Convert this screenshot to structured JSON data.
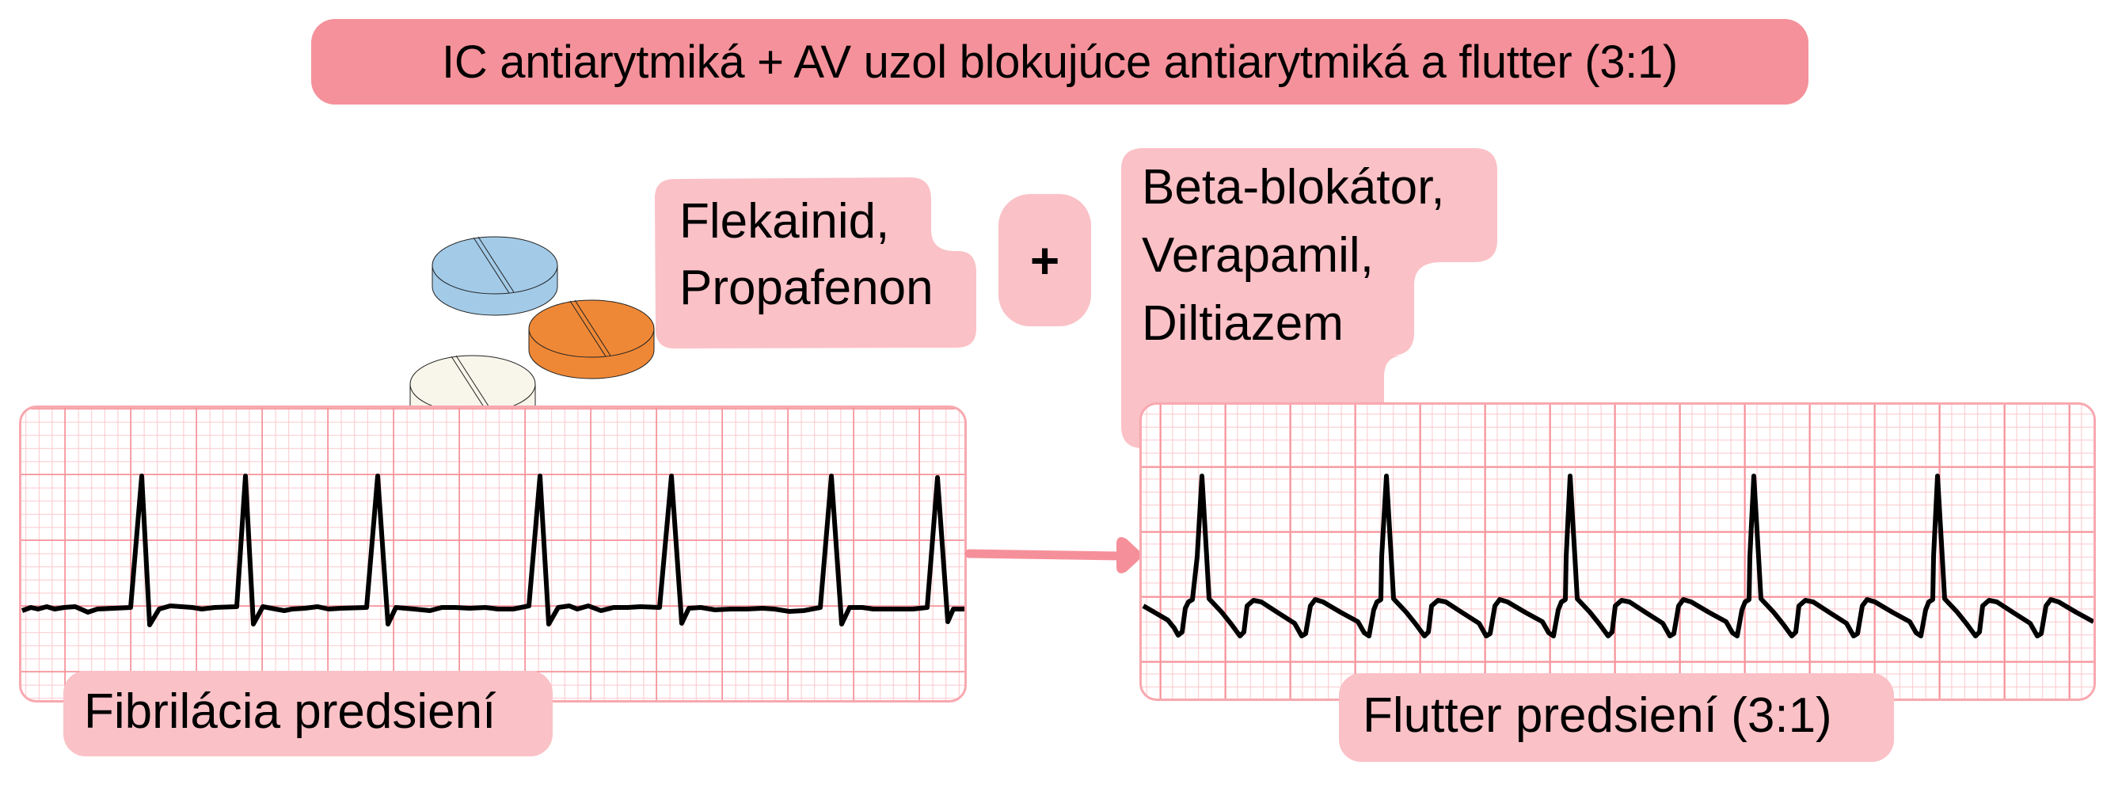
{
  "title": "IC antiarytmiká + AV uzol blokujúce antiarytmiká a flutter (3:1)",
  "drug_group_ic": {
    "lines": [
      "Flekainid,",
      "Propafenon"
    ]
  },
  "plus_sign": "+",
  "drug_group_av": {
    "lines": [
      "Beta-blokátor,",
      "Verapamil,",
      "Diltiazem"
    ]
  },
  "pills": [
    {
      "name": "blue-pill",
      "color": "#a3cbe8"
    },
    {
      "name": "orange-pill",
      "color": "#ef8836"
    },
    {
      "name": "white-pill",
      "color": "#f8f6ea"
    }
  ],
  "ecg_left": {
    "label": "Fibrilácia predsiení",
    "rhythm": "irregular narrow QRS, fibrillatory baseline",
    "qrs_x": [
      176,
      307,
      474,
      678,
      844,
      1047,
      1181
    ]
  },
  "ecg_right": {
    "label": "Flutter predsiení (3:1)",
    "rhythm": "regular flutter waves with 3:1 conduction",
    "qrs_x": [
      1515,
      1748,
      1980,
      2212,
      2444
    ]
  },
  "arrow": {
    "from": "ecg_left",
    "to": "ecg_right"
  },
  "colors": {
    "title_bg": "#f5919a",
    "label_bg": "#fac1c6",
    "grid_major": "#f5939a",
    "grid_minor": "#fcc7cc",
    "trace": "#000000",
    "arrow": "#f5909a"
  }
}
